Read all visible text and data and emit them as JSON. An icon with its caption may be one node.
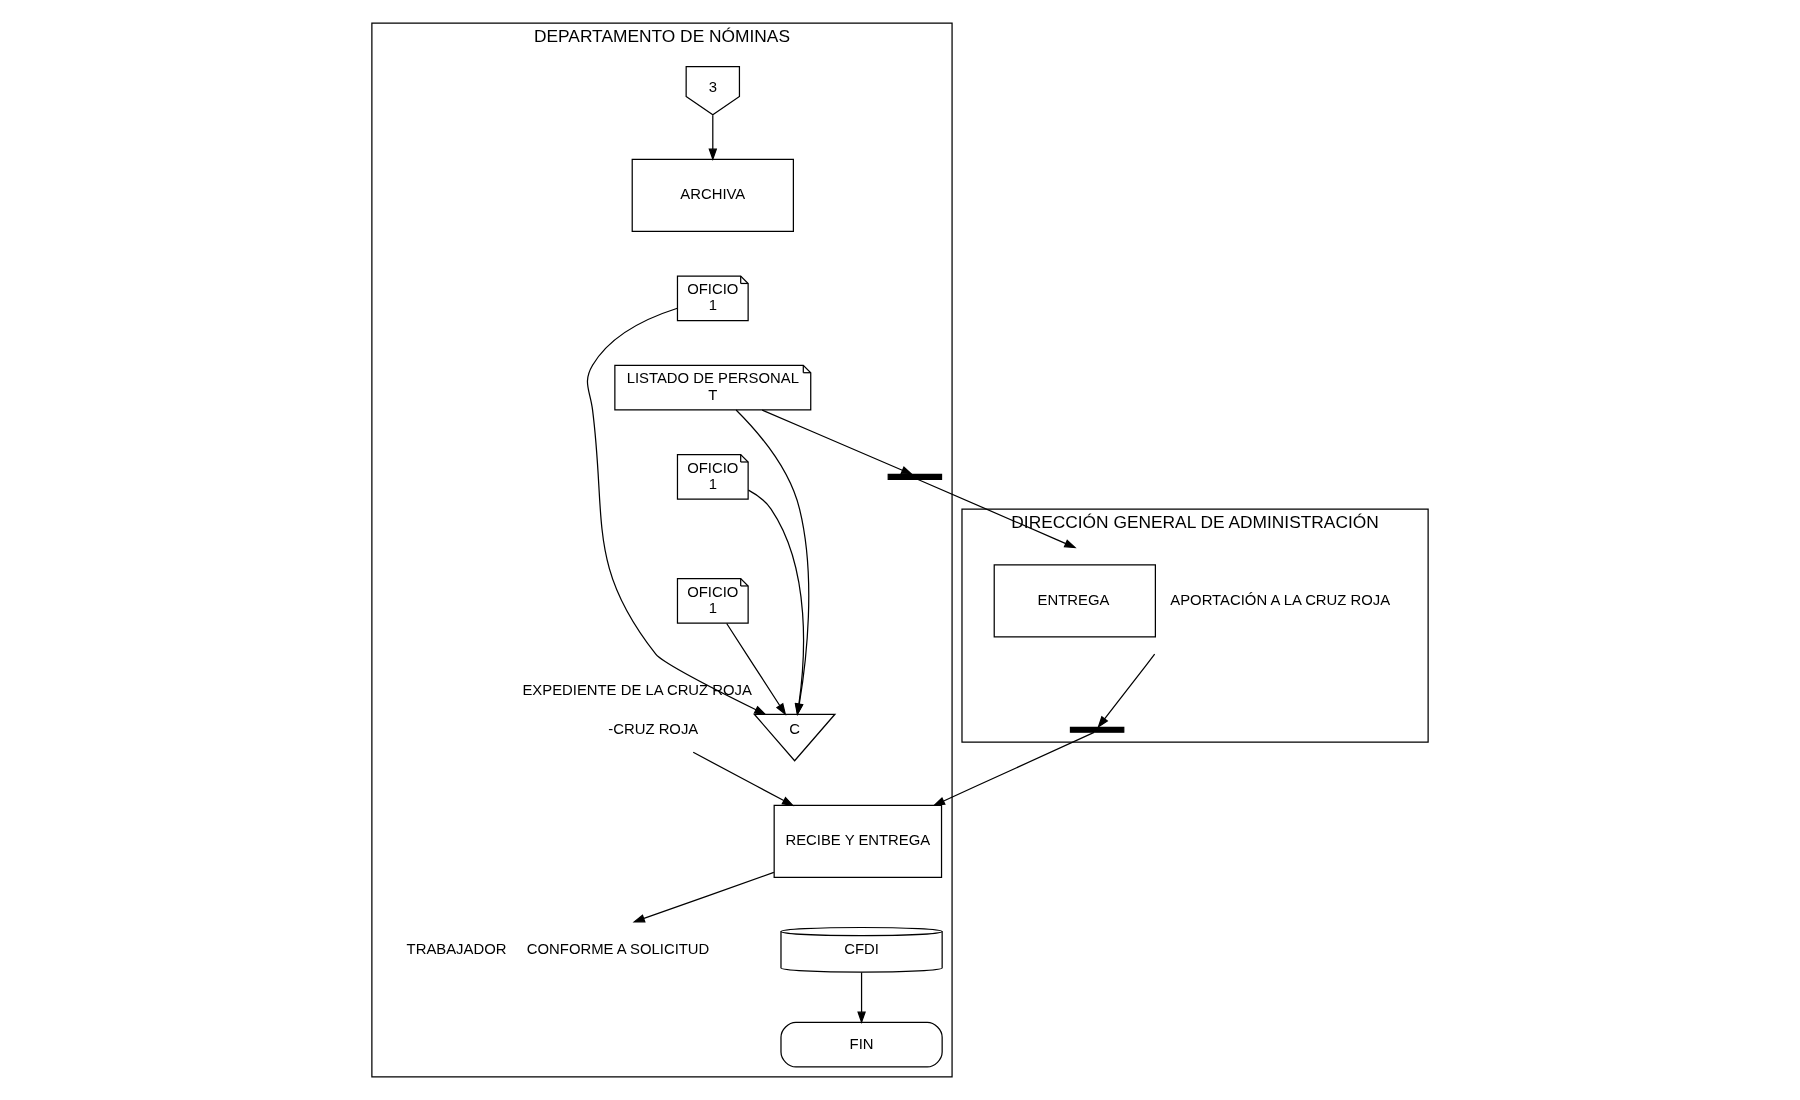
{
  "diagram": {
    "nodes": [
      {
        "text": [
          "DEPARTAMENTO DE NÓMINAS"
        ]
      },
      {
        "text": [
          "DIRECCIÓN GENERAL DE ADMINISTRACIÓN"
        ]
      },
      {
        "text": [
          "3"
        ],
        "in": 0
      },
      {
        "text": [
          "ARCHIVA"
        ],
        "in": 0
      },
      {
        "text": [
          "OFICIO",
          "1"
        ],
        "in": 0
      },
      {
        "text": [
          "LISTADO DE PERSONAL",
          "T"
        ],
        "in": 0
      },
      {
        "text": [
          "OFICIO",
          "1"
        ],
        "in": 0
      },
      {
        "text": [
          "OFICIO",
          "1"
        ],
        "in": 0
      },
      {
        "text": [
          "C"
        ],
        "in": 0,
        "beside": [
          "EXPEDIENTE DE LA CRUZ ROJA"
        ]
      },
      {
        "text": [],
        "shape": "bar",
        "in": 0
      },
      {
        "text": [
          "ENTREGA"
        ],
        "in": 1,
        "beside": [
          "APORTACIÓN A LA CRUZ ROJA"
        ]
      },
      {
        "text": [],
        "shape": "bar",
        "in": 1
      },
      {
        "text": [
          "-CRUZ ROJA"
        ],
        "in": 0
      },
      {
        "text": [
          "RECIBE Y ENTREGA"
        ],
        "in": 0
      },
      {
        "text": [
          "TRABAJADOR"
        ],
        "in": 0,
        "beside": [
          "CONFORME A SOLICITUD"
        ]
      },
      {
        "text": [
          "CFDI"
        ],
        "in": 0
      },
      {
        "text": [
          "FIN"
        ],
        "in": 0
      }
    ],
    "edges": [
      {
        "from": 2,
        "to": 3,
        "arrow": "to"
      },
      {
        "from": 4,
        "to": 8,
        "arrow": "to"
      },
      {
        "from": 5,
        "to": 8,
        "arrow": "to"
      },
      {
        "from": 6,
        "to": 8,
        "arrow": "to"
      },
      {
        "from": 7,
        "to": 8,
        "arrow": "to"
      },
      {
        "from": 5,
        "to": 9,
        "arrow": "to"
      },
      {
        "from": 9,
        "to": 10,
        "arrow": "to"
      },
      {
        "from": 10,
        "to": 11,
        "arrow": "to"
      },
      {
        "from": 11,
        "to": 13,
        "arrow": "to"
      },
      {
        "from": 12,
        "to": 13,
        "arrow": "to"
      },
      {
        "from": 13,
        "to": 14,
        "arrow": "to"
      },
      {
        "from": 15,
        "to": 16,
        "arrow": "to"
      }
    ]
  }
}
